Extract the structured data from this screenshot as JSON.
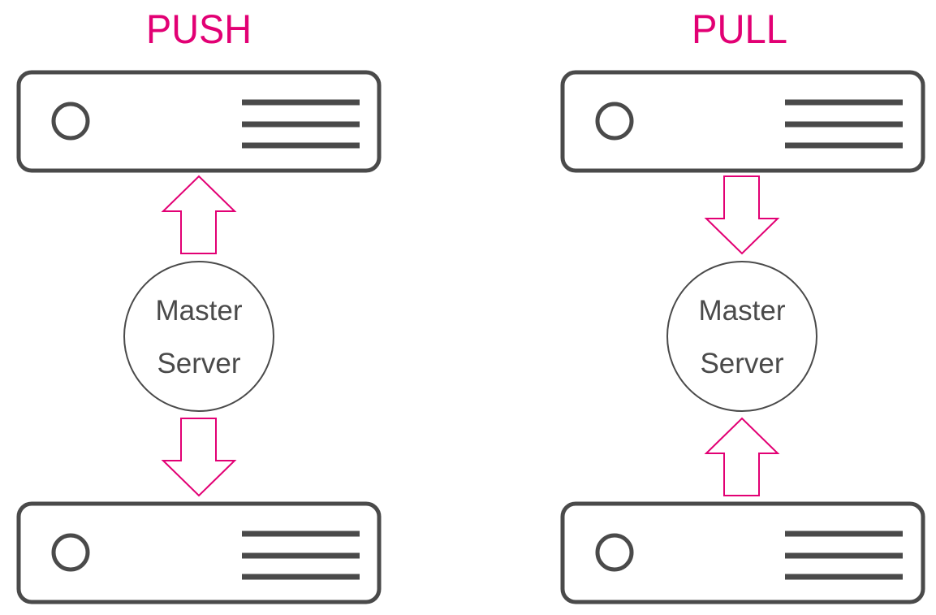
{
  "colors": {
    "accent": "#e20074",
    "outline": "#4a4a4a",
    "background": "#ffffff"
  },
  "panels": [
    {
      "title": "PUSH",
      "center_node": {
        "line1": "Master",
        "line2": "Server"
      },
      "arrows": {
        "top": "up",
        "bottom": "down"
      }
    },
    {
      "title": "PULL",
      "center_node": {
        "line1": "Master",
        "line2": "Server"
      },
      "arrows": {
        "top": "down",
        "bottom": "up"
      }
    }
  ]
}
